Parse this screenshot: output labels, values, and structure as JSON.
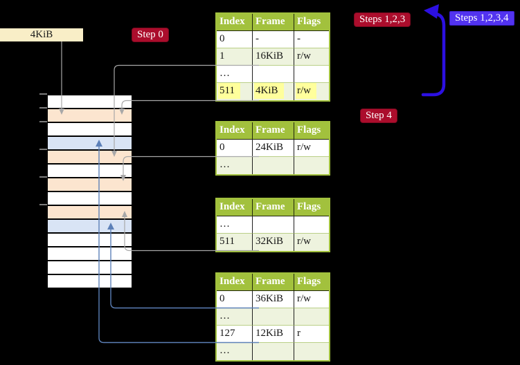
{
  "palette": {
    "table_header_bg": "#a2c13d",
    "table_border": "#a2c13d",
    "table_row_alt_bg": "#eef3de",
    "row_divider": "#b9cf86",
    "highlight_yellow": "#ffff9c",
    "badge_red": "#ab0d2c",
    "badge_blue": "#5233f0",
    "arrow_gray": "#a8a8a8",
    "arrow_steel_blue": "#5c80b8",
    "arrow_thick_blue": "#2c10e2",
    "frame_label_bg": "#f9eec7",
    "mem_free": "#ffffff",
    "mem_page_table": "#fce5cf",
    "mem_mapped": "#d9e4f5"
  },
  "frame_label": "4KiB",
  "badges": {
    "step0": "Step 0",
    "steps123": "Steps 1,2,3",
    "steps1234": "Steps 1,2,3,4",
    "step4": "Step 4"
  },
  "memory_rows": [
    "free",
    "page_table",
    "free",
    "mapped",
    "page_table",
    "free",
    "page_table",
    "free",
    "page_table",
    "mapped",
    "free",
    "free",
    "free",
    "free"
  ],
  "tables": [
    {
      "name": "page-table-level-4",
      "headers": [
        "Index",
        "Frame",
        "Flags"
      ],
      "rows": [
        {
          "cells": [
            "0",
            "-",
            "-"
          ],
          "shaded": false,
          "highlight": false
        },
        {
          "cells": [
            "1",
            "16KiB",
            "r/w"
          ],
          "shaded": true,
          "highlight": false
        },
        {
          "cells": [
            "…",
            "",
            ""
          ],
          "shaded": false,
          "highlight": false
        },
        {
          "cells": [
            "511",
            "4KiB",
            "r/w"
          ],
          "shaded": true,
          "highlight": true
        }
      ]
    },
    {
      "name": "page-table-level-3",
      "headers": [
        "Index",
        "Frame",
        "Flags"
      ],
      "rows": [
        {
          "cells": [
            "0",
            "24KiB",
            "r/w"
          ],
          "shaded": false,
          "highlight": false
        },
        {
          "cells": [
            "…",
            "",
            ""
          ],
          "shaded": true,
          "highlight": false
        }
      ]
    },
    {
      "name": "page-table-level-2",
      "headers": [
        "Index",
        "Frame",
        "Flags"
      ],
      "rows": [
        {
          "cells": [
            "…",
            "",
            ""
          ],
          "shaded": false,
          "highlight": false
        },
        {
          "cells": [
            "511",
            "32KiB",
            "r/w"
          ],
          "shaded": true,
          "highlight": false
        }
      ]
    },
    {
      "name": "page-table-level-1",
      "headers": [
        "Index",
        "Frame",
        "Flags"
      ],
      "rows": [
        {
          "cells": [
            "0",
            "36KiB",
            "r/w"
          ],
          "shaded": false,
          "highlight": false
        },
        {
          "cells": [
            "…",
            "",
            ""
          ],
          "shaded": true,
          "highlight": false
        },
        {
          "cells": [
            "127",
            "12KiB",
            "r"
          ],
          "shaded": false,
          "highlight": false
        },
        {
          "cells": [
            "…",
            "",
            ""
          ],
          "shaded": true,
          "highlight": false
        }
      ]
    }
  ]
}
